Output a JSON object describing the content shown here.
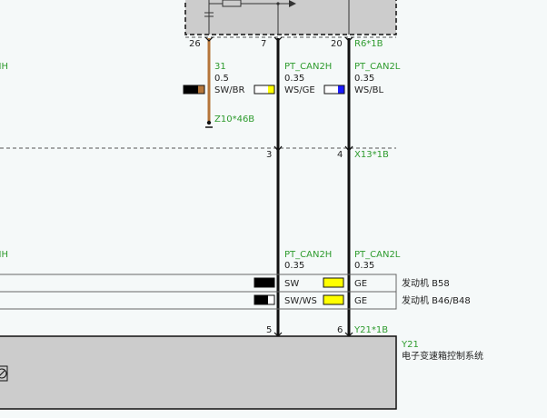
{
  "colors": {
    "background": "#f5f9f9",
    "connector_fill": "#cccccc",
    "label_green": "#2e9b2e",
    "wire_black": "#111111",
    "wire_brown": "#b5763a",
    "sw_black": "#000000",
    "ge_yellow": "#ffff00",
    "bl_blue": "#1a1aff"
  },
  "top": {
    "pin_26": "26",
    "pin_7": "7",
    "pin_20": "20",
    "connector_r6": "R6*1B",
    "left_cut_1": "NH",
    "wire_31": {
      "name": "31",
      "gauge": "0.5",
      "color": "SW/BR"
    },
    "wire_can2h": {
      "name": "PT_CAN2H",
      "gauge": "0.35",
      "color": "WS/GE"
    },
    "wire_can2l": {
      "name": "PT_CAN2L",
      "gauge": "0.35",
      "color": "WS/BL"
    },
    "ground": "Z10*46B"
  },
  "middle": {
    "pin_3": "3",
    "pin_4": "4",
    "connector_x13": "X13*1B"
  },
  "lower": {
    "left_cut_2": "NH",
    "wire_can2h": {
      "name": "PT_CAN2H",
      "gauge": "0.35"
    },
    "wire_can2l": {
      "name": "PT_CAN2L",
      "gauge": "0.35"
    },
    "variants": [
      {
        "h_color": "SW",
        "l_color": "GE",
        "engine": "发动机 B58"
      },
      {
        "h_color": "SW/WS",
        "l_color": "GE",
        "engine": "发动机 B46/B48"
      }
    ]
  },
  "bottom": {
    "pin_5": "5",
    "pin_6": "6",
    "connector_y21_pin": "Y21*1B",
    "component_id": "Y21",
    "component_name": "电子变速箱控制系统"
  }
}
